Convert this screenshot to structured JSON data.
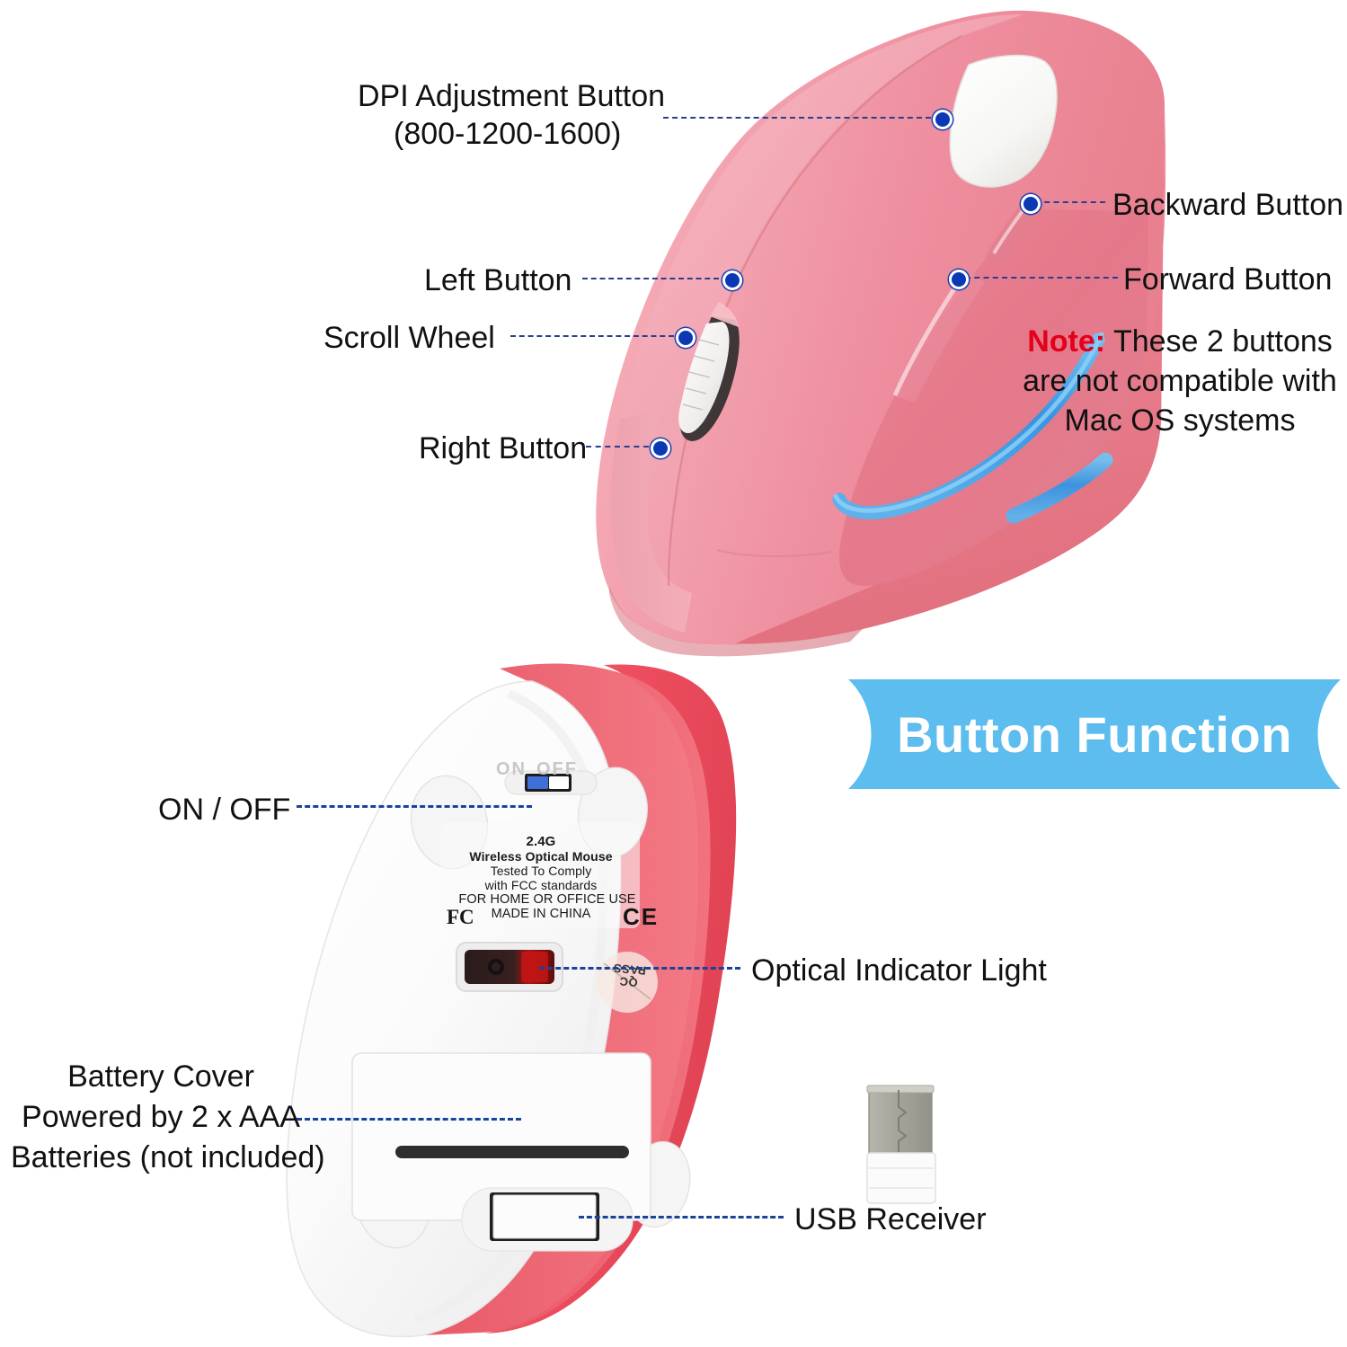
{
  "banner": {
    "text": "Button Function",
    "color": "#5cbdee"
  },
  "colors": {
    "mouse_pink_light": "#f09aa6",
    "mouse_pink_mid": "#e8899a",
    "mouse_red": "#ef5f6d",
    "led_blue": "#3a9fe8",
    "callout_blue": "#0b39b5",
    "note_red": "#e2001a",
    "white": "#ffffff"
  },
  "top_view": {
    "callouts": [
      {
        "name": "dpi-adjustment-button",
        "label_line1": "DPI Adjustment Button",
        "label_line2": "(800-1200-1600)"
      },
      {
        "name": "backward-button",
        "label": "Backward Button"
      },
      {
        "name": "forward-button",
        "label": "Forward Button"
      },
      {
        "name": "left-button",
        "label": "Left Button"
      },
      {
        "name": "scroll-wheel",
        "label": "Scroll Wheel"
      },
      {
        "name": "right-button",
        "label": "Right Button"
      }
    ],
    "note": {
      "prefix": "Note:",
      "line1": " These 2 buttons",
      "line2": "are not compatible with",
      "line3": "Mac OS systems"
    }
  },
  "bottom_view": {
    "callouts": [
      {
        "name": "on-off-switch",
        "label": "ON / OFF"
      },
      {
        "name": "optical-indicator-light",
        "label": "Optical Indicator Light"
      },
      {
        "name": "battery-cover",
        "label_line1": "Battery Cover",
        "label_line2": "Powered by 2 x AAA",
        "label_line3": "Batteries (not included)"
      },
      {
        "name": "usb-receiver",
        "label": "USB Receiver"
      }
    ],
    "switch_marks": {
      "on": "ON",
      "off": "OFF"
    },
    "product_label": {
      "line1": "2.4G",
      "line2": "Wireless Optical Mouse",
      "line3": "Tested To Comply",
      "line4": "with FCC standards",
      "line5": "FOR HOME OR OFFICE USE",
      "line6": "MADE IN CHINA",
      "fcc_mark": "FC",
      "ce_mark": "CE"
    },
    "qc_sticker": {
      "line1": "QC",
      "line2": "PASS"
    }
  }
}
